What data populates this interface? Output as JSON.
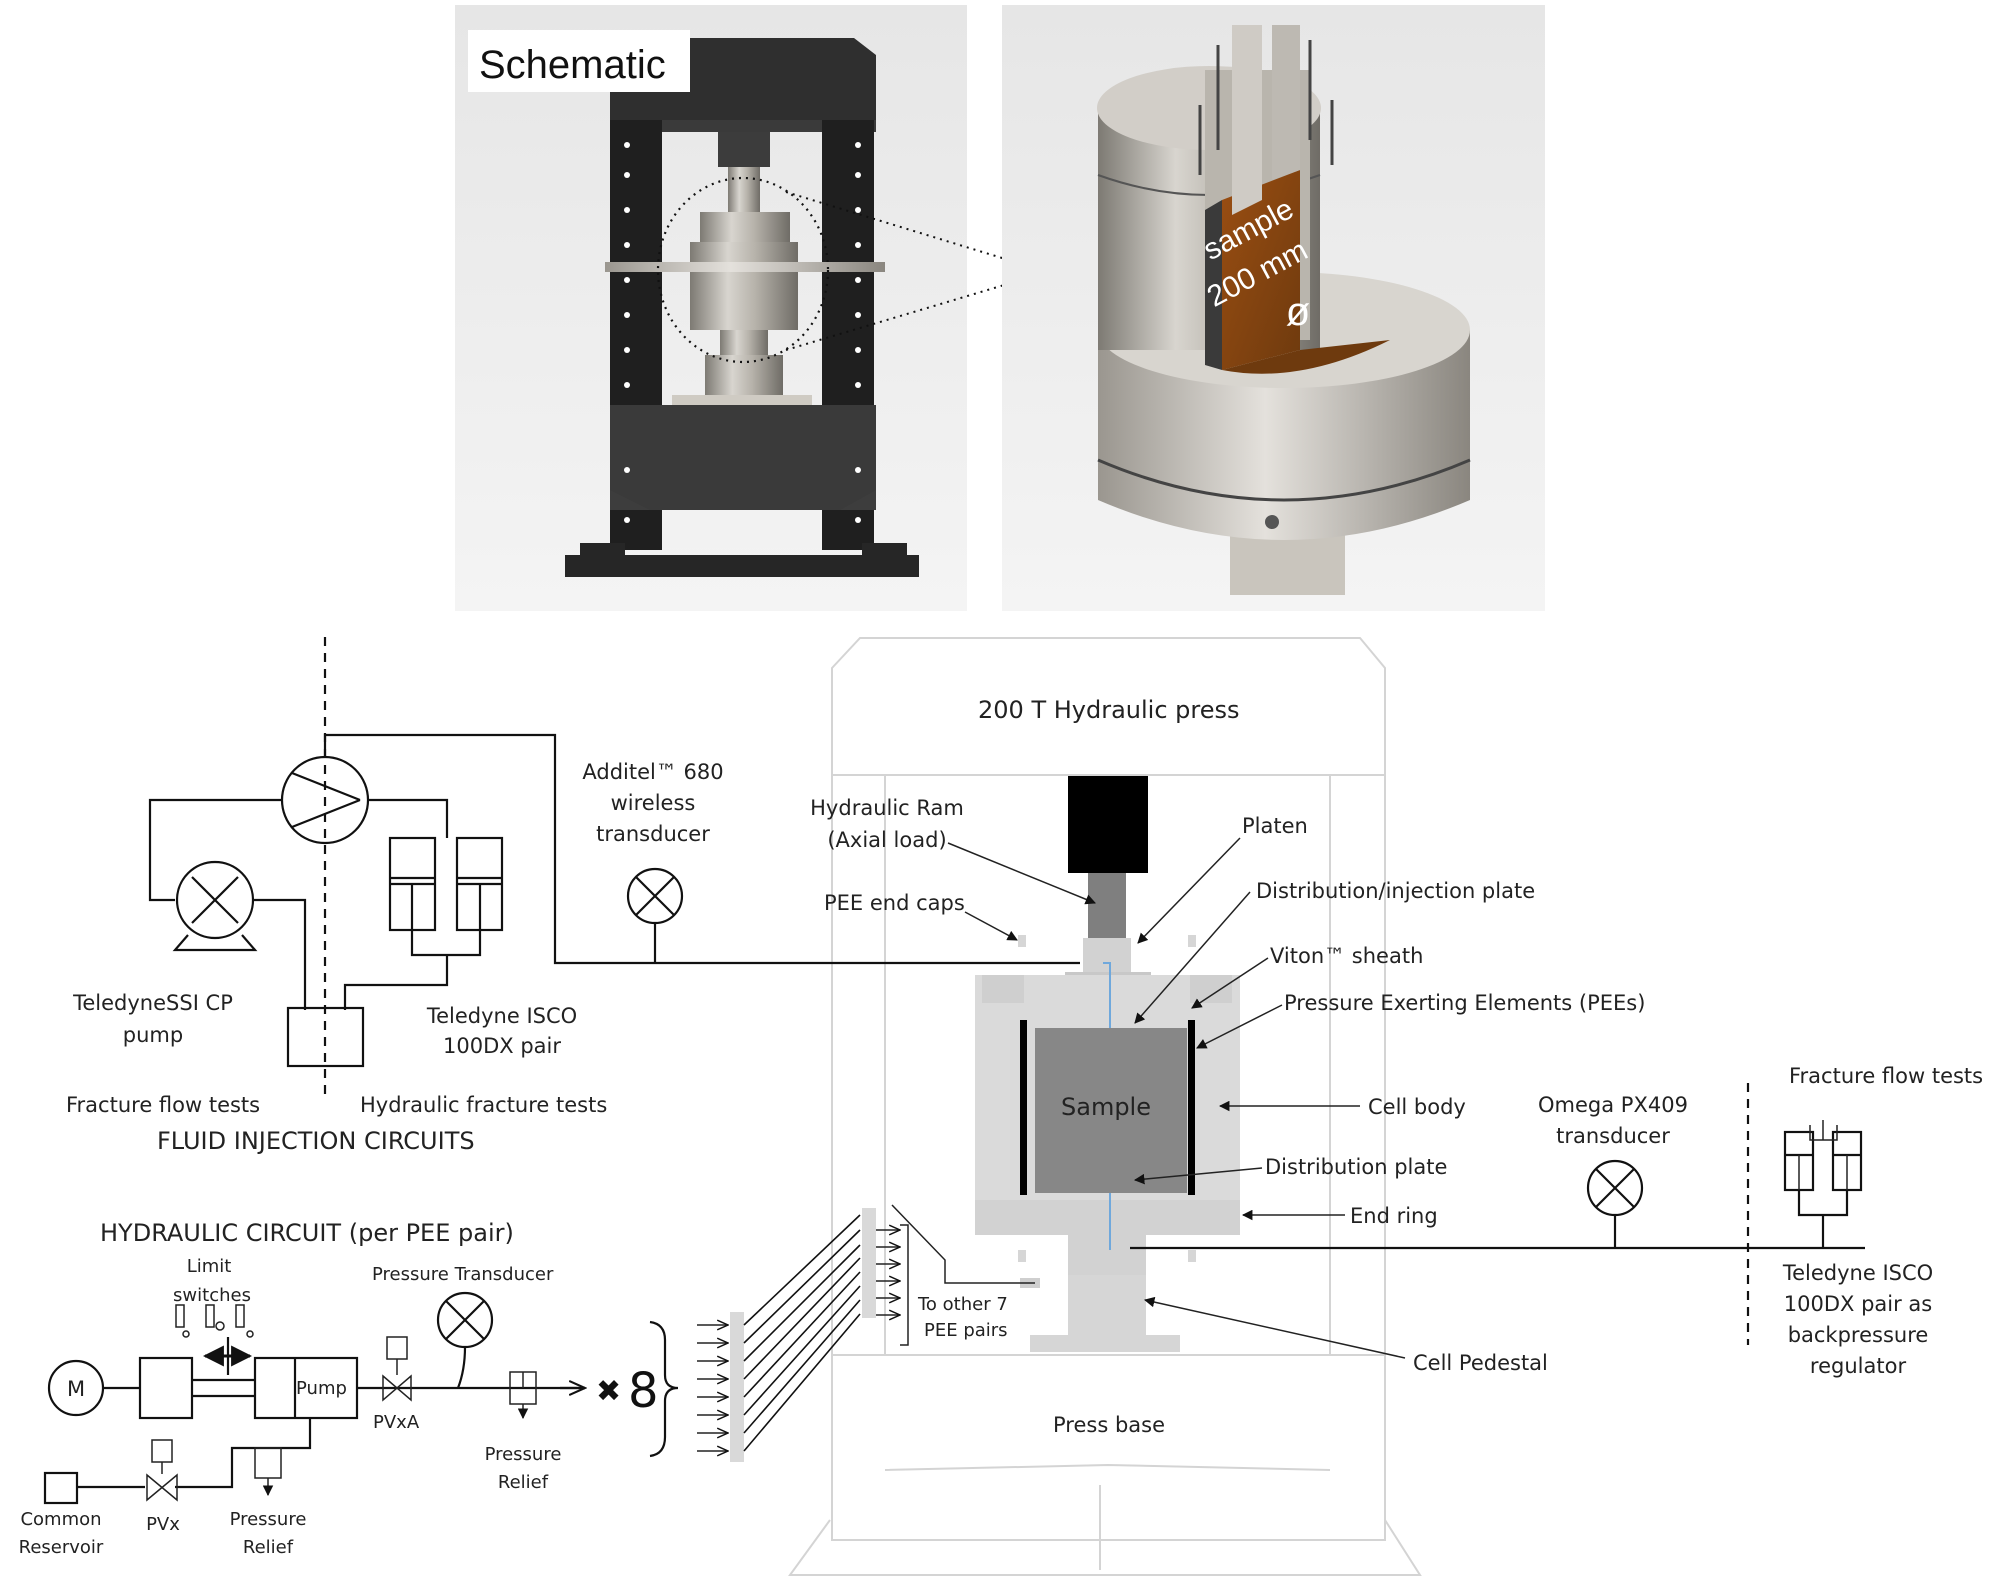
{
  "top_panels": {
    "left_title": "Schematic",
    "sample_line1": "sample",
    "sample_line2": "200 mm",
    "sample_symbol": "ø"
  },
  "fluid_injection": {
    "title": "FLUID INJECTION CIRCUITS",
    "ssi_pump_line1": "TeledyneSSI CP",
    "ssi_pump_line2": "pump",
    "isco_line1": "Teledyne ISCO",
    "isco_line2": "100DX pair",
    "fracture_flow": "Fracture flow tests",
    "hydraulic_fracture": "Hydraulic fracture tests",
    "additel_line1": "Additel™ 680",
    "additel_line2": "wireless",
    "additel_line3": "transducer"
  },
  "hydraulic_circuit": {
    "title": "HYDRAULIC CIRCUIT (per PEE pair)",
    "limit_line1": "Limit",
    "limit_line2": "switches",
    "motor": "M",
    "pump": "Pump",
    "pressure_transducer": "Pressure Transducer",
    "pvxa": "PVxA",
    "pvx": "PVx",
    "relief1_line1": "Pressure",
    "relief1_line2": "Relief",
    "relief2_line1": "Pressure",
    "relief2_line2": "Relief",
    "reservoir_line1": "Common",
    "reservoir_line2": "Reservoir",
    "multiplier_x": "✖",
    "multiplier_n": "8",
    "other_pairs_line1": "To other 7",
    "other_pairs_line2": "PEE pairs"
  },
  "press": {
    "title": "200 T Hydraulic press",
    "ram_line1": "Hydraulic Ram",
    "ram_line2": "(Axial load)",
    "platen": "Platen",
    "dist_injection": "Distribution/injection plate",
    "pee_end_caps": "PEE end caps",
    "viton": "Viton™ sheath",
    "pees": "Pressure Exerting Elements (PEEs)",
    "sample": "Sample",
    "cell_body": "Cell body",
    "dist_plate": "Distribution plate",
    "end_ring": "End ring",
    "cell_pedestal": "Cell Pedestal",
    "press_base": "Press base"
  },
  "backpressure": {
    "omega_line1": "Omega PX409",
    "omega_line2": "transducer",
    "fracture_flow": "Fracture flow tests",
    "isco_line1": "Teledyne ISCO",
    "isco_line2": "100DX pair as",
    "isco_line3": "backpressure",
    "isco_line4": "regulator"
  }
}
